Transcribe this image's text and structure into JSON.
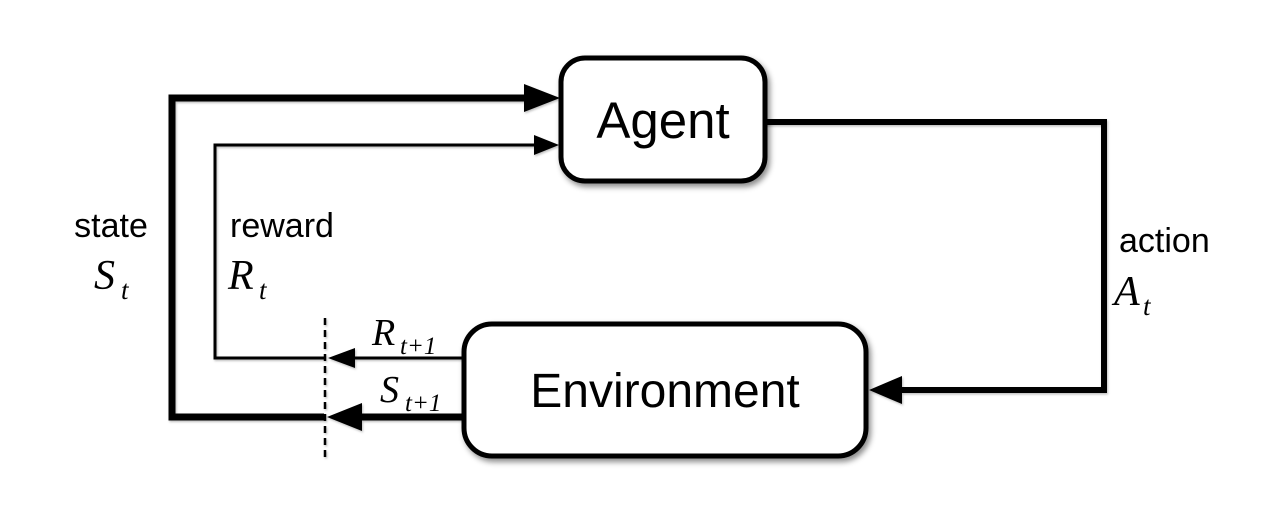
{
  "nodes": {
    "agent": "Agent",
    "environment": "Environment"
  },
  "labels": {
    "state": {
      "word": "state",
      "symbol": "S",
      "subscript": "t"
    },
    "reward": {
      "word": "reward",
      "symbol": "R",
      "subscript": "t"
    },
    "action": {
      "word": "action",
      "symbol": "A",
      "subscript": "t"
    },
    "next_reward": {
      "symbol": "R",
      "subscript": "t+1"
    },
    "next_state": {
      "symbol": "S",
      "subscript": "t+1"
    }
  },
  "colors": {
    "line": "#000000",
    "box_fill": "#ffffff",
    "background": "#ffffff"
  }
}
